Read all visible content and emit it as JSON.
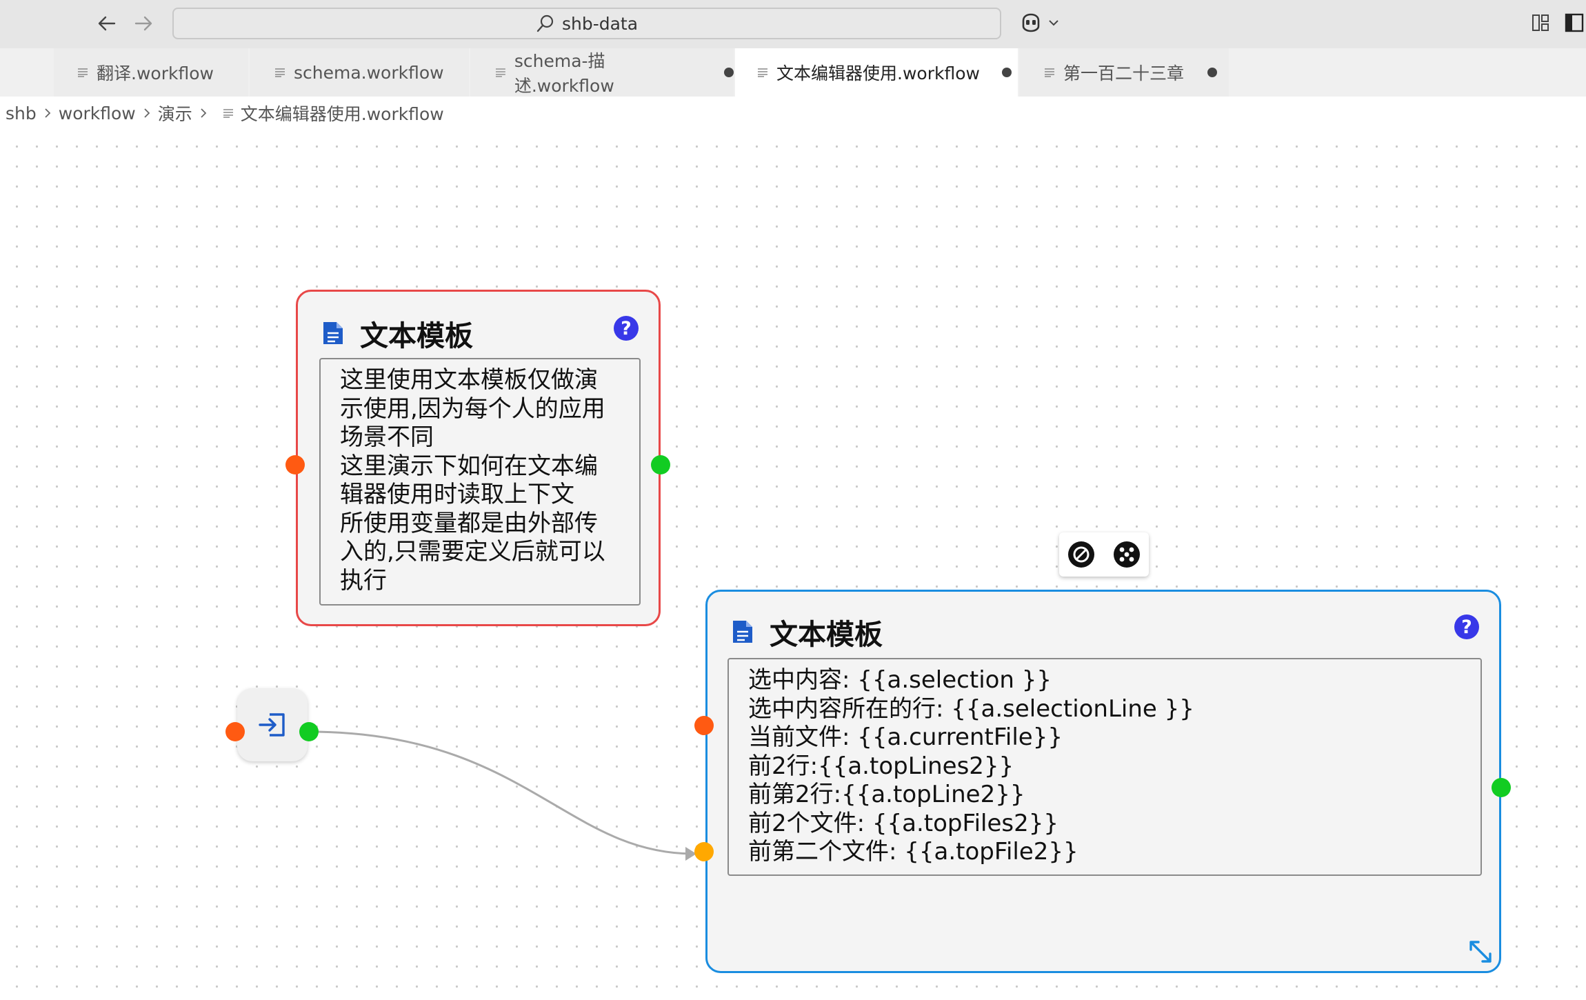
{
  "colors": {
    "accent": "#1a8de0",
    "node_selected_border": "#e84848",
    "port_in": "#ff5a12",
    "port_out": "#12cc22",
    "port_target": "#ffa800",
    "help": "#3838e8"
  },
  "titlebar": {
    "search_text": "shb-data",
    "back_icon": "arrow-left-icon",
    "forward_icon": "arrow-right-icon",
    "search_icon": "search-icon",
    "copilot_icon": "copilot-icon"
  },
  "tabs": [
    {
      "label": "翻译.workflow",
      "modified": false,
      "active": false
    },
    {
      "label": "schema.workflow",
      "modified": false,
      "active": false
    },
    {
      "label": "schema-描述.workflow",
      "modified": true,
      "active": false
    },
    {
      "label": "文本编辑器使用.workflow",
      "modified": true,
      "active": true
    },
    {
      "label": "第一百二十三章",
      "modified": true,
      "active": false
    }
  ],
  "breadcrumb": {
    "items": [
      "shb",
      "workflow",
      "演示"
    ],
    "file": "文本编辑器使用.workflow"
  },
  "node1": {
    "title": "文本模板",
    "help": "?",
    "body": "这里使用文本模板仅做演示使用,因为每个人的应用场景不同\n这里演示下如何在文本编辑器使用时读取上下文\n所使用变量都是由外部传入的,只需要定义后就可以执行"
  },
  "node2": {
    "title": "文本模板",
    "help": "?",
    "body": "选中内容: {{a.selection }}\n选中内容所在的行: {{a.selectionLine }}\n当前文件: {{a.currentFile}}\n前2行:{{a.topLines2}}\n前第2行:{{a.topLine2}}\n前2个文件: {{a.topFiles2}}\n前第二个文件: {{a.topFile2}}"
  }
}
